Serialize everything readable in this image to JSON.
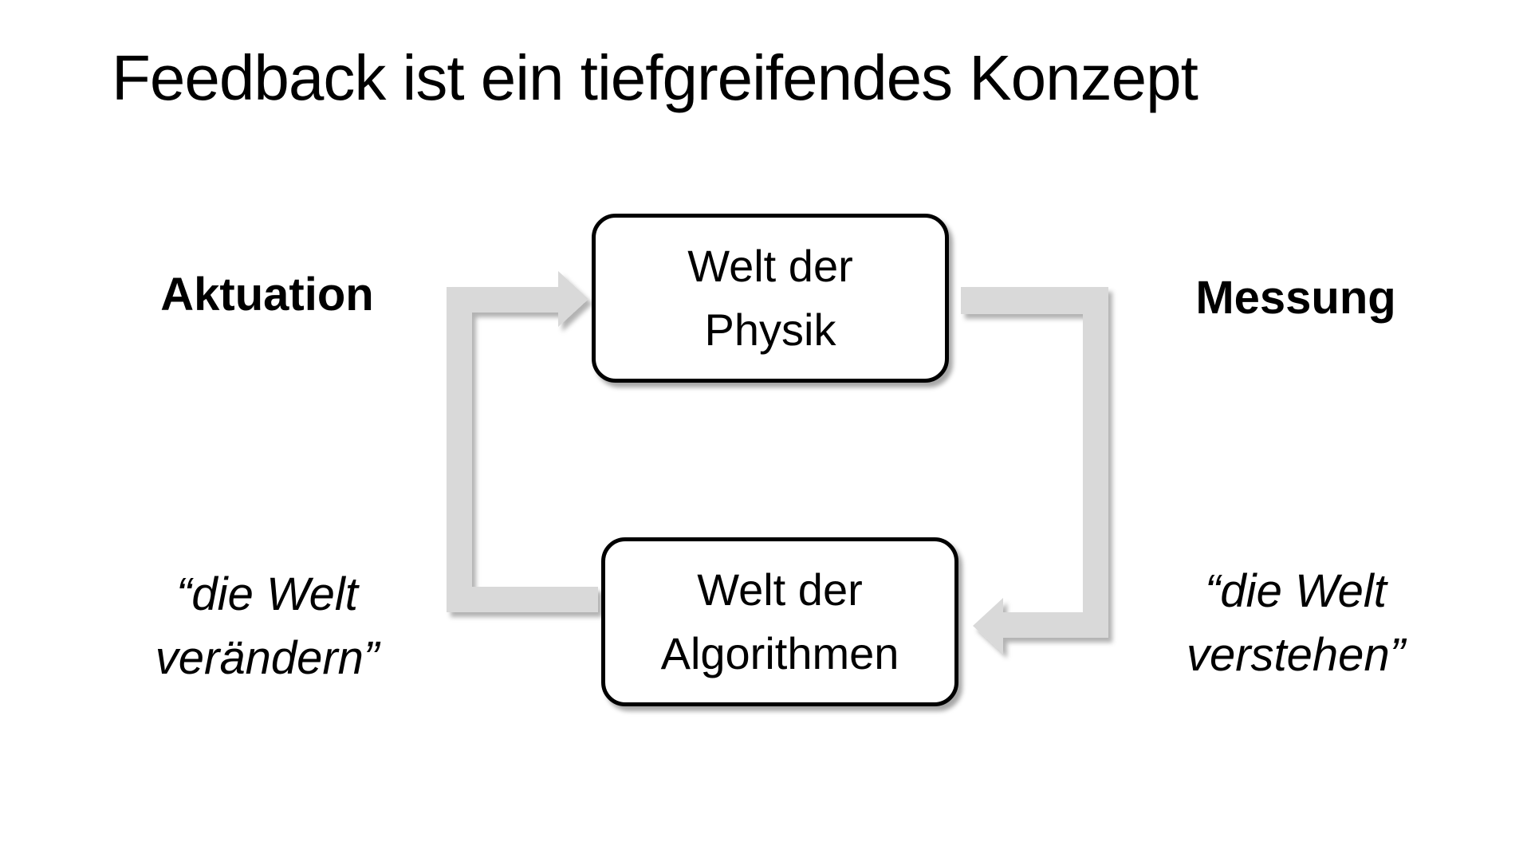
{
  "slide": {
    "title": "Feedback ist ein tiefgreifendes Konzept"
  },
  "diagram": {
    "box_top": {
      "line1": "Welt der",
      "line2": "Physik"
    },
    "box_bottom": {
      "line1": "Welt der",
      "line2": "Algorithmen"
    },
    "left_label": "Aktuation",
    "right_label": "Messung",
    "left_quote": {
      "line1": "“die Welt",
      "line2": "verändern”"
    },
    "right_quote": {
      "line1": "“die Welt",
      "line2": "verstehen”"
    },
    "colors": {
      "arrow": "#d9d9d9",
      "box_border": "#000000",
      "text": "#000000"
    }
  }
}
